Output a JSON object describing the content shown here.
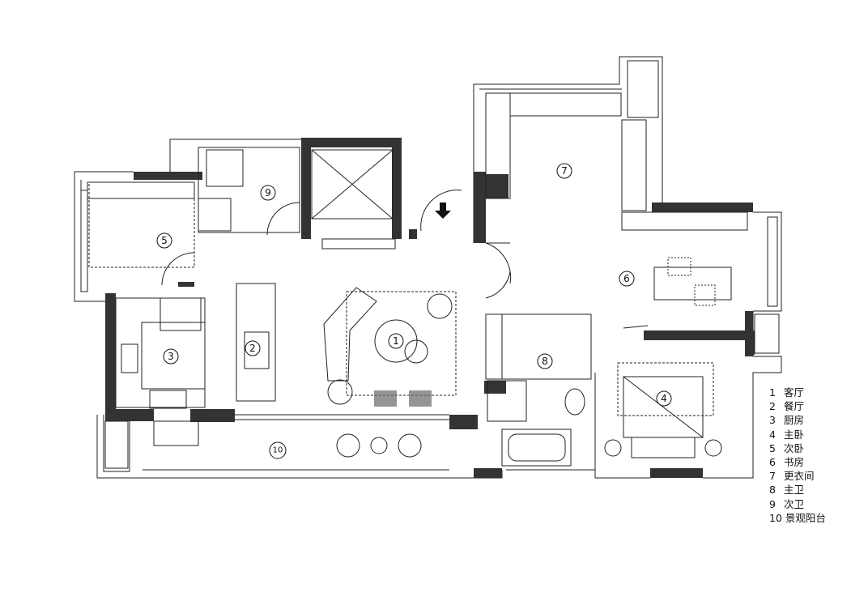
{
  "rooms": [
    {
      "num": "1",
      "name": "客厅"
    },
    {
      "num": "2",
      "name": "餐厅"
    },
    {
      "num": "3",
      "name": "厨房"
    },
    {
      "num": "4",
      "name": "主卧"
    },
    {
      "num": "5",
      "name": "次卧"
    },
    {
      "num": "6",
      "name": "书房"
    },
    {
      "num": "7",
      "name": "更衣间"
    },
    {
      "num": "8",
      "name": "主卫"
    },
    {
      "num": "9",
      "name": "次卫"
    },
    {
      "num": "10",
      "name": "景观阳台"
    }
  ],
  "colors": {
    "wall": "#333333",
    "line": "#222222"
  }
}
